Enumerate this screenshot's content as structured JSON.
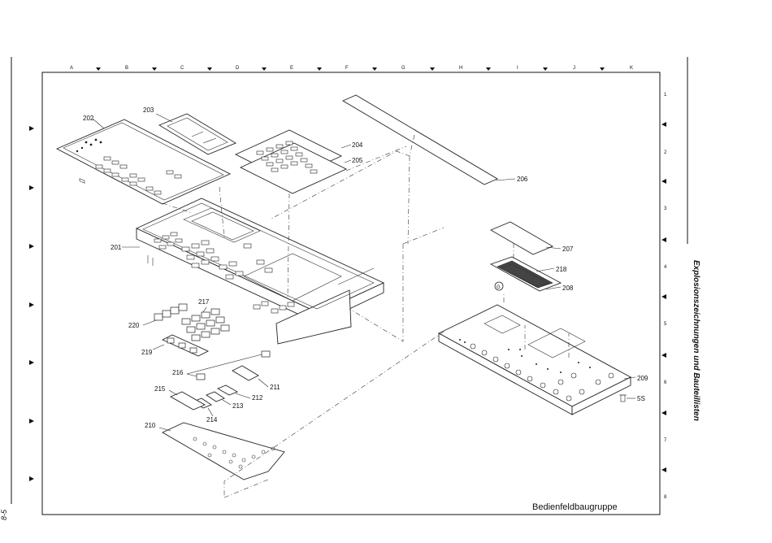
{
  "diagram": {
    "title": "Bedienfeldbaugruppe",
    "side_title": "Explosionszeichnungen und Bauteillisten",
    "page_number": "8-5",
    "column_letters": [
      "A",
      "B",
      "C",
      "D",
      "E",
      "F",
      "G",
      "H",
      "I",
      "J",
      "K"
    ],
    "row_numbers": [
      "1",
      "2",
      "3",
      "4",
      "5",
      "6",
      "7",
      "8"
    ],
    "parts": {
      "p201": "201",
      "p202": "202",
      "p203": "203",
      "p204": "204",
      "p205": "205",
      "p206": "206",
      "p207": "207",
      "p208": "208",
      "p209": "209",
      "p210": "210",
      "p211": "211",
      "p212": "212",
      "p213": "213",
      "p214": "214",
      "p215": "215",
      "p216": "216",
      "p217": "217",
      "p218": "218",
      "p219": "219",
      "p220": "220",
      "p5s": "5S"
    },
    "callout_marker": "G"
  }
}
